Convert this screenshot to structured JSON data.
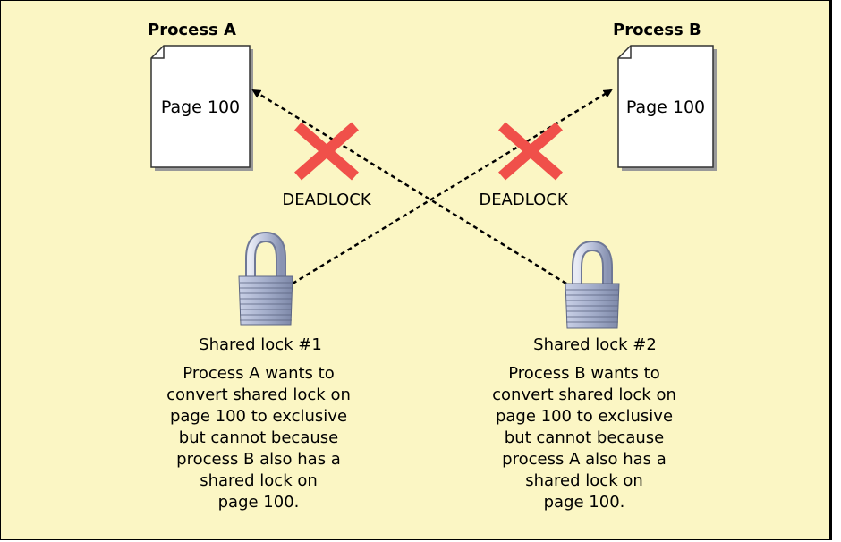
{
  "process_a": {
    "title": "Process A",
    "page_label": "Page 100",
    "lock_title": "Shared lock #1",
    "description": [
      "Process A wants to",
      "convert shared lock on",
      "page 100 to exclusive",
      "but cannot because",
      "process B also has a",
      "shared lock on",
      "page 100."
    ]
  },
  "process_b": {
    "title": "Process B",
    "page_label": "Page 100",
    "lock_title": "Shared lock #2",
    "description": [
      "Process B wants to",
      "convert shared lock on",
      "page 100 to exclusive",
      "but cannot because",
      "process A also has a",
      "shared lock on",
      "page 100."
    ]
  },
  "deadlock_left": "DEADLOCK",
  "deadlock_right": "DEADLOCK",
  "colors": {
    "background": "#fbf6c4",
    "cross": "#f0504a",
    "lock_body": "#a9b3cf",
    "arrow": "#000000"
  },
  "icons": {
    "page": "document-page-icon",
    "lock": "padlock-icon",
    "cross": "x-mark-icon"
  }
}
